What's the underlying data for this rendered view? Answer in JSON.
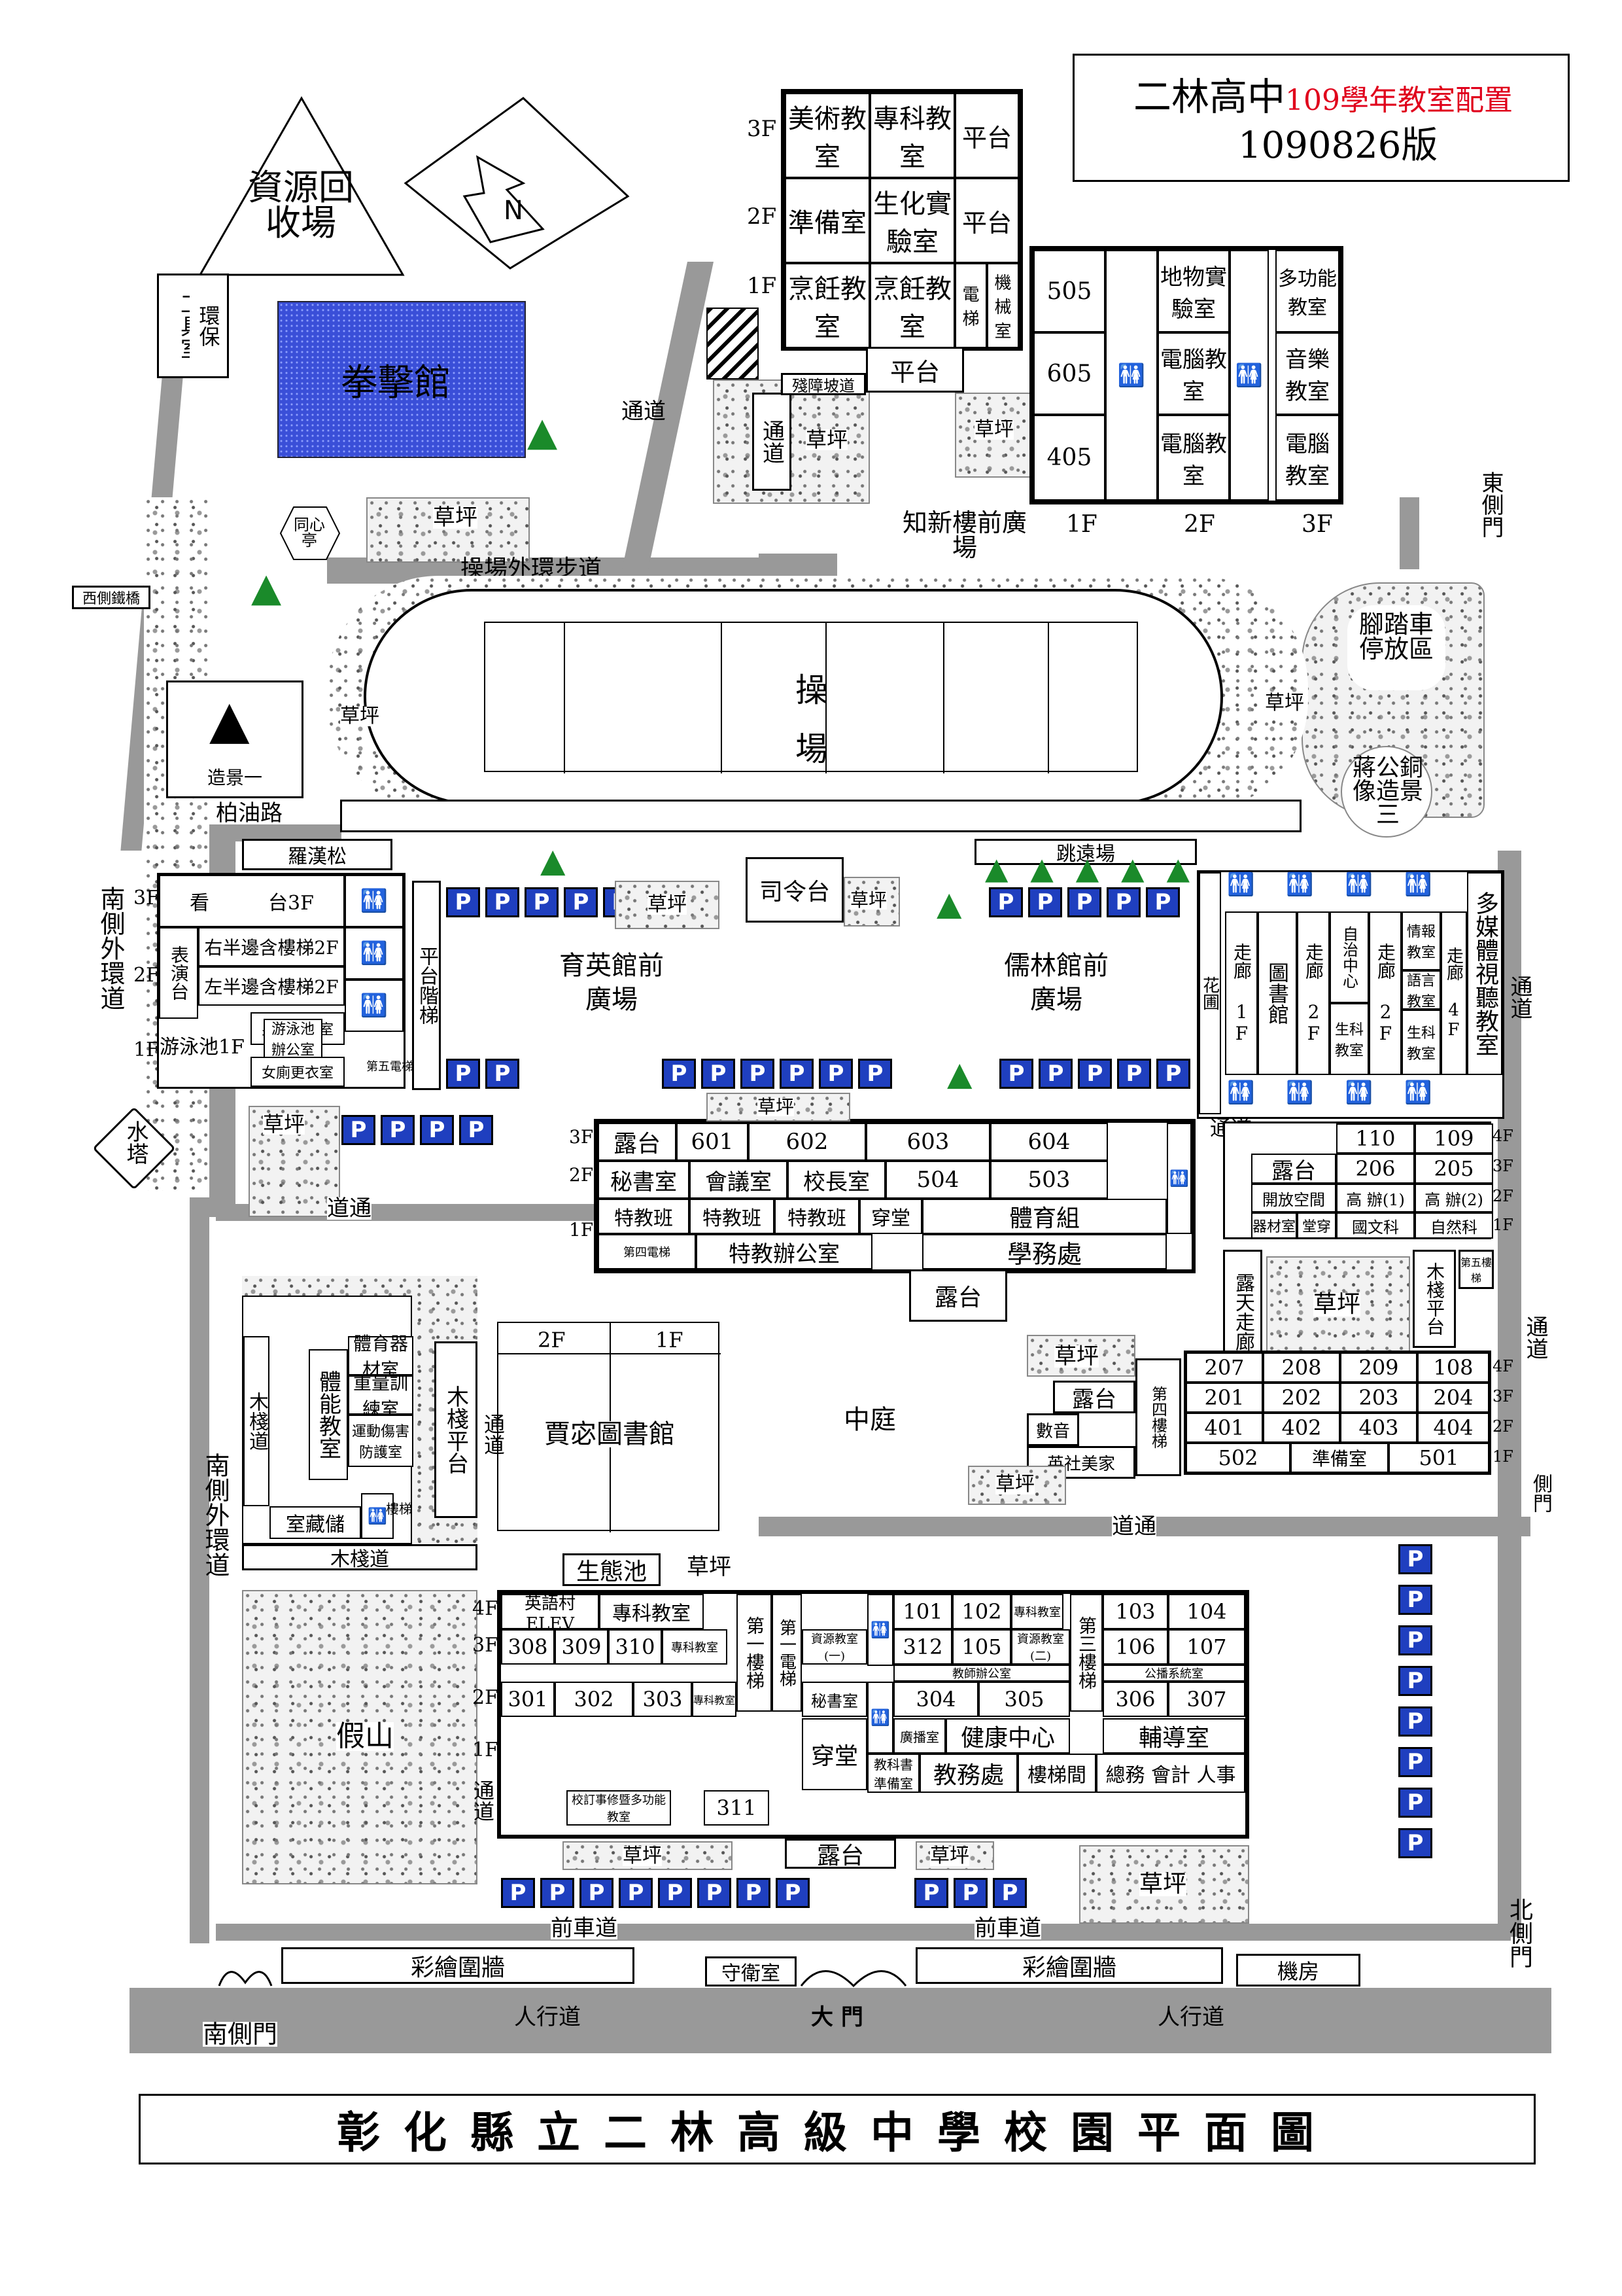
{
  "title_box": {
    "school": "二林高中",
    "year_config": "109學年教室配置",
    "version": "1090826版"
  },
  "footer_title": "彰化縣立二林高級中學校園平面圖",
  "compass_label": "N",
  "colors": {
    "parking": "#1f3fbf",
    "boxing_hall": "#3a4fd8",
    "road": "#999999",
    "tree": "#1a8a2a",
    "red_text": "#e0001b"
  },
  "north_building": {
    "floors": [
      "3F",
      "2F",
      "1F"
    ],
    "rows": [
      [
        "美術教室",
        "專科教室",
        "平台"
      ],
      [
        "準備室",
        "生化實驗室",
        "平台"
      ],
      [
        "烹飪教室",
        "烹飪教室",
        "電梯",
        "機械室"
      ]
    ],
    "platform": "平台",
    "ramp": "殘障坡道"
  },
  "east_block": {
    "col1": [
      "505",
      "605",
      "405"
    ],
    "col2": [
      "地物實驗室",
      "電腦教室",
      "電腦教室"
    ],
    "col3": [
      "多功能教室",
      "音樂教室",
      "電腦教室"
    ],
    "floors": [
      "1F",
      "2F",
      "3F"
    ]
  },
  "labels": {
    "recycle": "資源回收場",
    "tool_room": "工具室",
    "env": "環保",
    "boxing_hall": "拳擊館",
    "pavilion": "同心亭",
    "west_bridge": "西側鐵橋",
    "grass": "草坪",
    "track_path": "操場外環步道",
    "passage": "通道",
    "zhixin_plaza": "知新樓前廣場",
    "east_gate": "東側門",
    "bike_parking": "腳踏車停放區",
    "playground": "操場",
    "scene1": "造景一",
    "bitumen_road": "柏油路",
    "luohan": "羅漢松",
    "stand": "司令台",
    "jump_pit": "跳遠場",
    "statue": "蔣公銅像造景三",
    "south_outer_road": "南側外環道",
    "water_tower": "水塔",
    "yuying_plaza": "育英館前廣場",
    "rulin_plaza": "儒林館前廣場",
    "multimedia": "多媒體視聽教室",
    "road": "道通",
    "courtyard": "中庭",
    "library": "賈宓圖書館",
    "wood_platform": "木棧平台",
    "wood_path": "木棧道",
    "rockery": "假山",
    "eco_pond": "生態池",
    "front_road": "前車道",
    "mural_wall": "彩繪圍牆",
    "guard": "守衛室",
    "machine_room": "機房",
    "south_gate": "南側門",
    "main_gate": "大 門",
    "sidewalk": "人行道",
    "north_gate": "北側門",
    "side_gate": "側門",
    "terrace": "露台",
    "flower_bed": "花圃",
    "flat_stairs": "平台階梯",
    "corridor1f": "走廊 1F",
    "corridor2f": "走廊 2F",
    "corridor4f": "走廊 4F",
    "library_hall": "圖書館",
    "self_study": "自治中心",
    "bio_room": "生科教室",
    "bio_room2": "生科教室",
    "info": "情報教室",
    "lang": "語言教室",
    "open_corridor": "露天走廊",
    "storage": "室藏儲",
    "physical_classroom": "體能教室",
    "sports_equipment": "體育器材室",
    "weight_room": "重量訓練室",
    "sports_injury": "運動傷害防護室",
    "stairs": "樓梯",
    "pingtai": "平台",
    "flowerbed2": "花圃"
  },
  "pool_building": {
    "rows": [
      {
        "floor": "3F",
        "text": "看　　　台3F"
      },
      {
        "floor": "2F",
        "text": "右半邊含樓梯2F"
      },
      {
        "floor": "2F",
        "text": "左半邊含樓梯2F"
      },
      {
        "floor": "1F",
        "text": "游泳池1F"
      }
    ],
    "stage": "表演台",
    "men_locker": "男廁更衣室",
    "women_locker": "女廁更衣室",
    "pool_office": "游泳池辦公室",
    "fifth_stairs": "第五電梯"
  },
  "center_building": {
    "floors": [
      "3F",
      "2F",
      "1F"
    ],
    "row3": [
      "露台",
      "601",
      "602",
      "603",
      "604"
    ],
    "row2": [
      "秘書室",
      "會議室",
      "校長室",
      "504",
      "503"
    ],
    "row1": [
      "特教班",
      "特教班",
      "特教班",
      "穿堂",
      "體育組"
    ],
    "row0": [
      "第四電梯",
      "特教辦公室",
      "學務處"
    ],
    "terrace": "露台"
  },
  "east_small": {
    "floors": [
      "4F",
      "3F",
      "2F",
      "1F"
    ],
    "row4": [
      "110",
      "109"
    ],
    "row3": [
      "露台",
      "206",
      "205"
    ],
    "row2": [
      "開放空間",
      "高 辦(1)",
      "高 辦(2)"
    ],
    "row1": [
      "器材室",
      "堂穿",
      "國文科",
      "自然科"
    ],
    "fifth": "第五樓梯"
  },
  "east_lower": {
    "floors": [
      "4F",
      "3F",
      "2F",
      "1F"
    ],
    "row4": [
      "207",
      "208",
      "209",
      "108"
    ],
    "row3": [
      "201",
      "202",
      "203",
      "204"
    ],
    "row2": [
      "401",
      "402",
      "403",
      "404"
    ],
    "row1": [
      "502",
      "準備室",
      "501"
    ],
    "music": "數音",
    "english": "英社美家",
    "fourth": "第四樓梯",
    "terrace": "露台"
  },
  "library_floors": [
    "2F",
    "1F"
  ],
  "south_building": {
    "floors": [
      "4F",
      "3F",
      "2F",
      "1F"
    ],
    "row4": [
      "英語村ELEV",
      "專科教室",
      "101",
      "102",
      "專科教室",
      "103",
      "104"
    ],
    "row3": [
      "308",
      "309",
      "310",
      "專科教室",
      "資源教室(一)",
      "312",
      "105",
      "資源教室(二)",
      "106",
      "107"
    ],
    "row3sub": [
      "教師辦公室",
      "公播系統室"
    ],
    "row2": [
      "301",
      "302",
      "303",
      "專科教室",
      "秘書室",
      "304",
      "305",
      "306",
      "307"
    ],
    "row1": [
      "校訂事修暨多功能教室",
      "311",
      "穿堂",
      "廣播室",
      "健康中心",
      "輔導室"
    ],
    "row0": [
      "教科書準備室",
      "教務處",
      "樓梯間",
      "總務 會計 人事"
    ],
    "stair1": "第一樓梯",
    "elev": "第一電梯",
    "stair3": "第三樓梯"
  },
  "parking_symbol": "P"
}
